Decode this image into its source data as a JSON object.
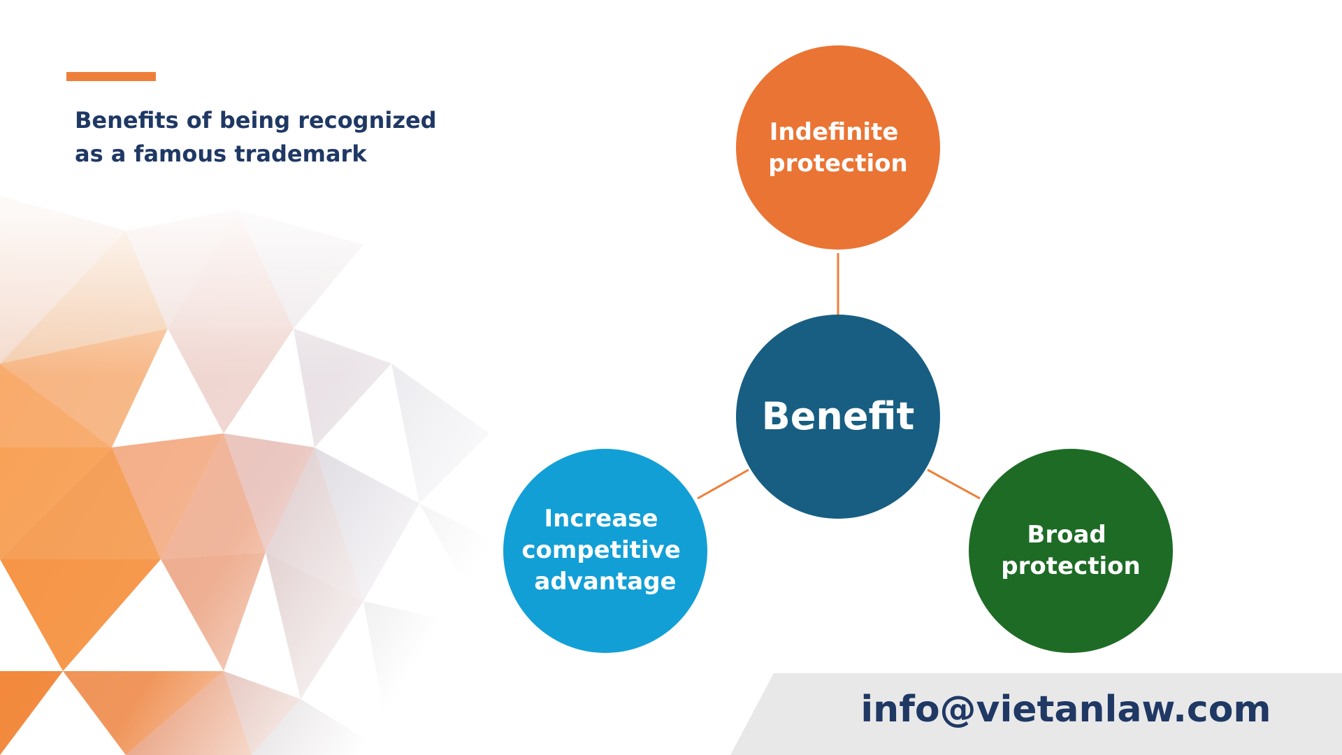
{
  "slide": {
    "title_lines": [
      "Benefits of being recognized",
      "as a famous trademark"
    ],
    "email": "info@vietanlaw.com"
  },
  "diagram": {
    "center": {
      "label": "Benefit",
      "color": "#175e82"
    },
    "nodes": [
      {
        "lines": [
          "Indefinite",
          "protection"
        ],
        "color": "#ea7434"
      },
      {
        "lines": [
          "Increase",
          "competitive",
          "advantage"
        ],
        "color": "#129fd6"
      },
      {
        "lines": [
          "Broad",
          "protection"
        ],
        "color": "#1e6b26"
      }
    ],
    "connector_color": "#ee7f3a"
  },
  "colors": {
    "accent": "#ee7f3a",
    "title_text": "#1f3864",
    "email_panel": "#e8e8e8"
  }
}
